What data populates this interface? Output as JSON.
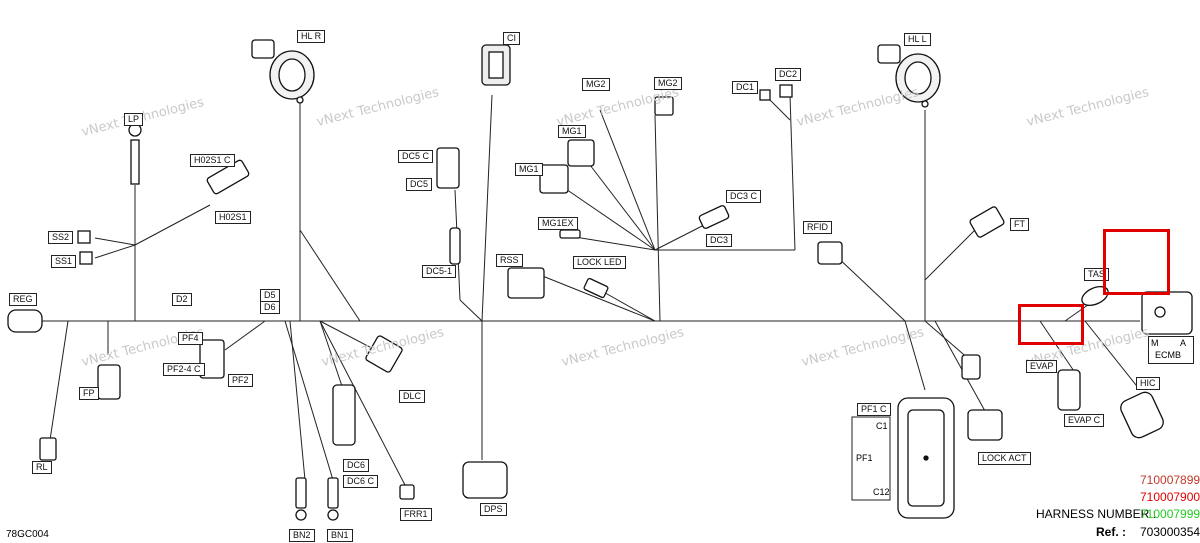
{
  "labels": {
    "hl_r": "HL R",
    "ci": "CI",
    "hl_l": "HL L",
    "mg2_a": "MG2",
    "mg2_b": "MG2",
    "dc1": "DC1",
    "dc2": "DC2",
    "mg1_a": "MG1",
    "mg1_b": "MG1",
    "mg1ex": "MG1EX",
    "dc3_c": "DC3 C",
    "dc3": "DC3",
    "lock_led": "LOCK LED",
    "rss": "RSS",
    "dc5_c": "DC5 C",
    "dc5": "DC5",
    "dc5_1": "DC5-1",
    "ho2s1_c": "H02S1 C",
    "ho2s1": "H02S1",
    "ss2": "SS2",
    "ss1": "SS1",
    "reg": "REG",
    "d2": "D2",
    "d5": "D5",
    "d6": "D6",
    "pf4": "PF4",
    "pf2_4c": "PF2-4 C",
    "pf2": "PF2",
    "fp": "FP",
    "rl": "RL",
    "dlc": "DLC",
    "dc6": "DC6",
    "dc6_c": "DC6 C",
    "frr1": "FRR1",
    "bn2": "BN2",
    "bn1": "BN1",
    "dps": "DPS",
    "rfid": "RFID",
    "ft": "FT",
    "tas": "TAS",
    "evap": "EVAP",
    "evap_c": "EVAP C",
    "hic": "HIC",
    "lock_act": "LOCK ACT",
    "ecmb_m": "M",
    "ecmb_a": "A",
    "ecmb": "ECMB",
    "pf1_c": "PF1 C",
    "pf1": "PF1",
    "pf1_c1": "C1",
    "pf1_c12": "C12",
    "lp": "LP"
  },
  "footer": {
    "diagram_code": "78GC004",
    "harness_label": "HARNESS NUMBER :",
    "harness_numbers": [
      "710007899",
      "710007900",
      "710007999"
    ],
    "harness_colors": [
      "#c0392b",
      "#e00000",
      "#22cc22"
    ],
    "ref_label": "Ref. :",
    "ref_number": "703000354"
  },
  "watermark": "vNext Technologies",
  "colors": {
    "highlight": "#e00000",
    "line": "#222222"
  }
}
